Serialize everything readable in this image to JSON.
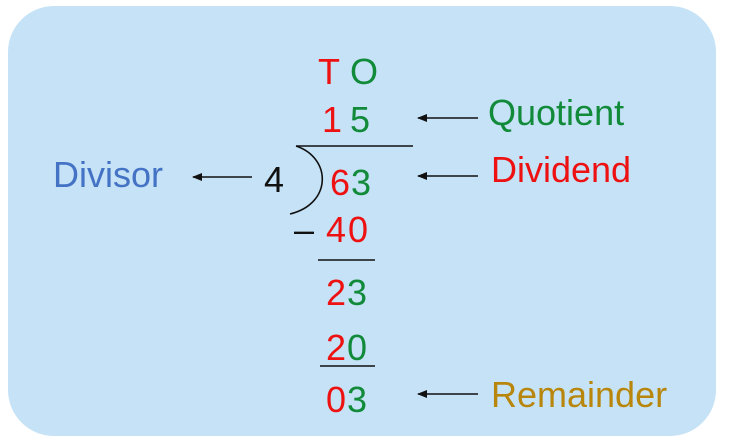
{
  "colors": {
    "panel": "#c5e2f6",
    "tens": "#ee1111",
    "ones": "#118a3a",
    "divisor_label": "#4472c4",
    "quotient_label": "#118a3a",
    "dividend_label": "#ee1111",
    "remainder_label": "#b8860b",
    "ink": "#111111"
  },
  "header": {
    "tens": "T",
    "ones": "O"
  },
  "quotient": {
    "tens": "1",
    "ones": "5"
  },
  "divisor": "4",
  "dividend": {
    "tens": "6",
    "ones": "3"
  },
  "steps": [
    {
      "sign": "–",
      "tens": "4",
      "ones": "0"
    },
    {
      "tens": "2",
      "ones": "3"
    },
    {
      "tens": "2",
      "ones": "0"
    }
  ],
  "remainder": {
    "tens": "0",
    "ones": "3"
  },
  "labels": {
    "quotient": "Quotient",
    "divisor": "Divisor",
    "dividend": "Dividend",
    "remainder": "Remainder"
  }
}
